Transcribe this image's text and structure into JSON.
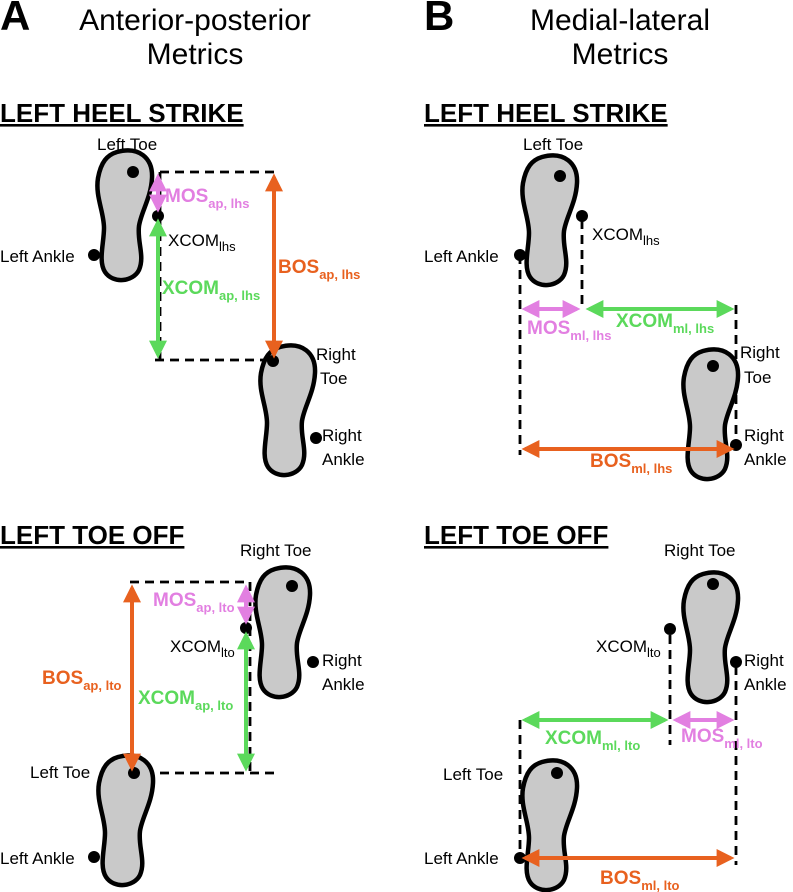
{
  "colors": {
    "pink": "#e27fe1",
    "green": "#5bd95b",
    "orange": "#e8611f",
    "foot_fill": "#c9c9c9"
  },
  "panelA": {
    "letter": "A",
    "heading_line1": "Anterior-posterior",
    "heading_line2": "Metrics",
    "heel_strike": {
      "title": "LEFT HEEL STRIKE",
      "left_toe": "Left Toe",
      "left_ankle": "Left Ankle",
      "xcom": "XCOM",
      "xcom_sub": "lhs",
      "right_toe_1": "Right",
      "right_toe_2": "Toe",
      "right_ankle_1": "Right",
      "right_ankle_2": "Ankle",
      "mos": "MOS",
      "mos_sub": "ap, lhs",
      "xcom_label": "XCOM",
      "xcom_label_sub": "ap, lhs",
      "bos": "BOS",
      "bos_sub": "ap, lhs"
    },
    "toe_off": {
      "title": "LEFT TOE OFF",
      "right_toe": "Right Toe",
      "right_ankle_1": "Right",
      "right_ankle_2": "Ankle",
      "xcom": "XCOM",
      "xcom_sub": "lto",
      "left_toe": "Left Toe",
      "left_ankle": "Left Ankle",
      "mos": "MOS",
      "mos_sub": "ap, lto",
      "xcom_label": "XCOM",
      "xcom_label_sub": "ap, lto",
      "bos": "BOS",
      "bos_sub": "ap, lto"
    }
  },
  "panelB": {
    "letter": "B",
    "heading_line1": "Medial-lateral",
    "heading_line2": "Metrics",
    "heel_strike": {
      "title": "LEFT HEEL STRIKE",
      "left_toe": "Left Toe",
      "left_ankle": "Left Ankle",
      "xcom": "XCOM",
      "xcom_sub": "lhs",
      "right_toe_1": "Right",
      "right_toe_2": "Toe",
      "right_ankle_1": "Right",
      "right_ankle_2": "Ankle",
      "mos": "MOS",
      "mos_sub": "ml, lhs",
      "xcom_label": "XCOM",
      "xcom_label_sub": "ml, lhs",
      "bos": "BOS",
      "bos_sub": "ml, lhs"
    },
    "toe_off": {
      "title": "LEFT TOE OFF",
      "right_toe": "Right Toe",
      "right_ankle_1": "Right",
      "right_ankle_2": "Ankle",
      "xcom": "XCOM",
      "xcom_sub": "lto",
      "left_toe": "Left Toe",
      "left_ankle": "Left Ankle",
      "mos": "MOS",
      "mos_sub": "ml, lto",
      "xcom_label": "XCOM",
      "xcom_label_sub": "ml, lto",
      "bos": "BOS",
      "bos_sub": "ml, lto"
    }
  }
}
